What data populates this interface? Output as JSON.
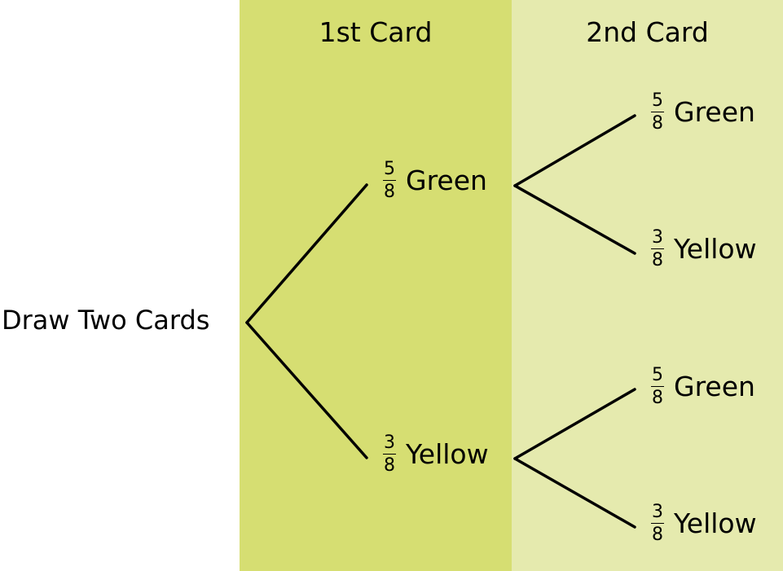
{
  "colors": {
    "first_card_band": "#d6de72",
    "second_card_band": "#e5eaae",
    "ink": "#000000"
  },
  "headers": {
    "first": "1st Card",
    "second": "2nd Card"
  },
  "root": {
    "label": "Draw Two Cards"
  },
  "first_card": {
    "green": {
      "num": "5",
      "den": "8",
      "label": "Green"
    },
    "yellow": {
      "num": "3",
      "den": "8",
      "label": "Yellow"
    }
  },
  "second_card": {
    "after_green": {
      "green": {
        "num": "5",
        "den": "8",
        "label": "Green"
      },
      "yellow": {
        "num": "3",
        "den": "8",
        "label": "Yellow"
      }
    },
    "after_yellow": {
      "green": {
        "num": "5",
        "den": "8",
        "label": "Green"
      },
      "yellow": {
        "num": "3",
        "den": "8",
        "label": "Yellow"
      }
    }
  }
}
